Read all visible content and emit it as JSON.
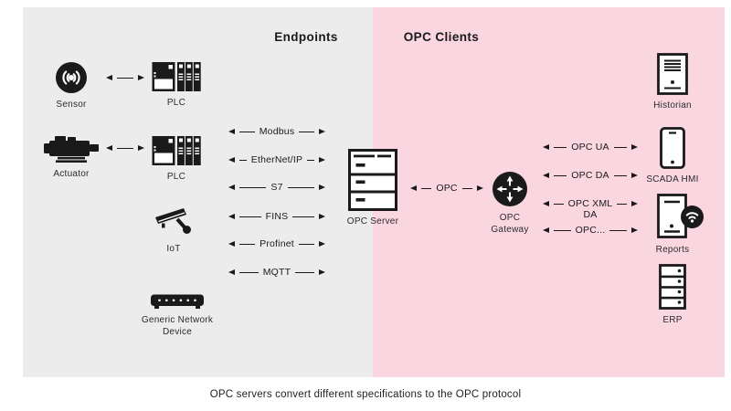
{
  "caption": "OPC servers convert different specifications to the OPC protocol",
  "sections": {
    "endpoints_title": "Endpoints",
    "clients_title": "OPC Clients"
  },
  "devices": {
    "sensor": "Sensor",
    "plc1": "PLC",
    "actuator": "Actuator",
    "plc2": "PLC",
    "iot": "IoT",
    "generic_network_device": "Generic Network Device",
    "opc_server": "OPC Server",
    "opc_gateway": "OPC Gateway",
    "historian": "Historian",
    "scada_hmi": "SCADA HMI",
    "reports": "Reports",
    "erp": "ERP"
  },
  "endpoint_protocols": [
    "Modbus",
    "EtherNet/IP",
    "S7",
    "FINS",
    "Profinet",
    "MQTT"
  ],
  "server_gateway_link": "OPC",
  "client_protocols": [
    "OPC UA",
    "OPC DA",
    "OPC XML",
    "OPC..."
  ],
  "client_protocols_line2": {
    "opc_xml": "DA"
  },
  "colors": {
    "endpoints_bg": "#ececec",
    "clients_bg": "#f9d6e0",
    "ink": "#1a1a1a"
  }
}
